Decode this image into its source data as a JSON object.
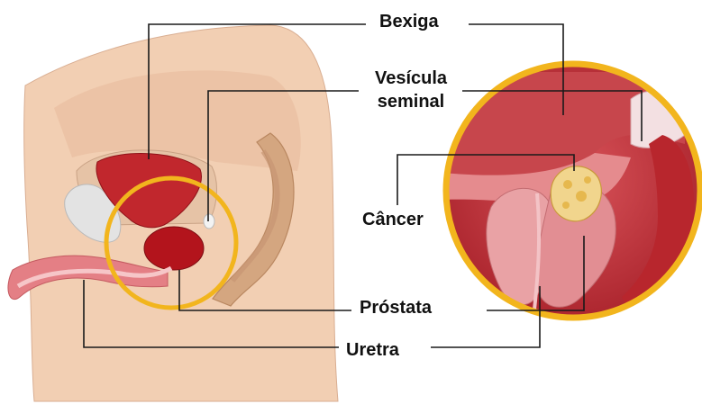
{
  "labels": {
    "bladder": "Bexiga",
    "seminal_vesicle_line1": "Vesícula",
    "seminal_vesicle_line2": "seminal",
    "cancer": "Câncer",
    "prostate": "Próstata",
    "urethra": "Uretra"
  },
  "colors": {
    "skin": "#f2cfb3",
    "bladder": "#c1272d",
    "highlight_ring": "#f2b51d",
    "leader_lines": "#1a1a1a"
  }
}
